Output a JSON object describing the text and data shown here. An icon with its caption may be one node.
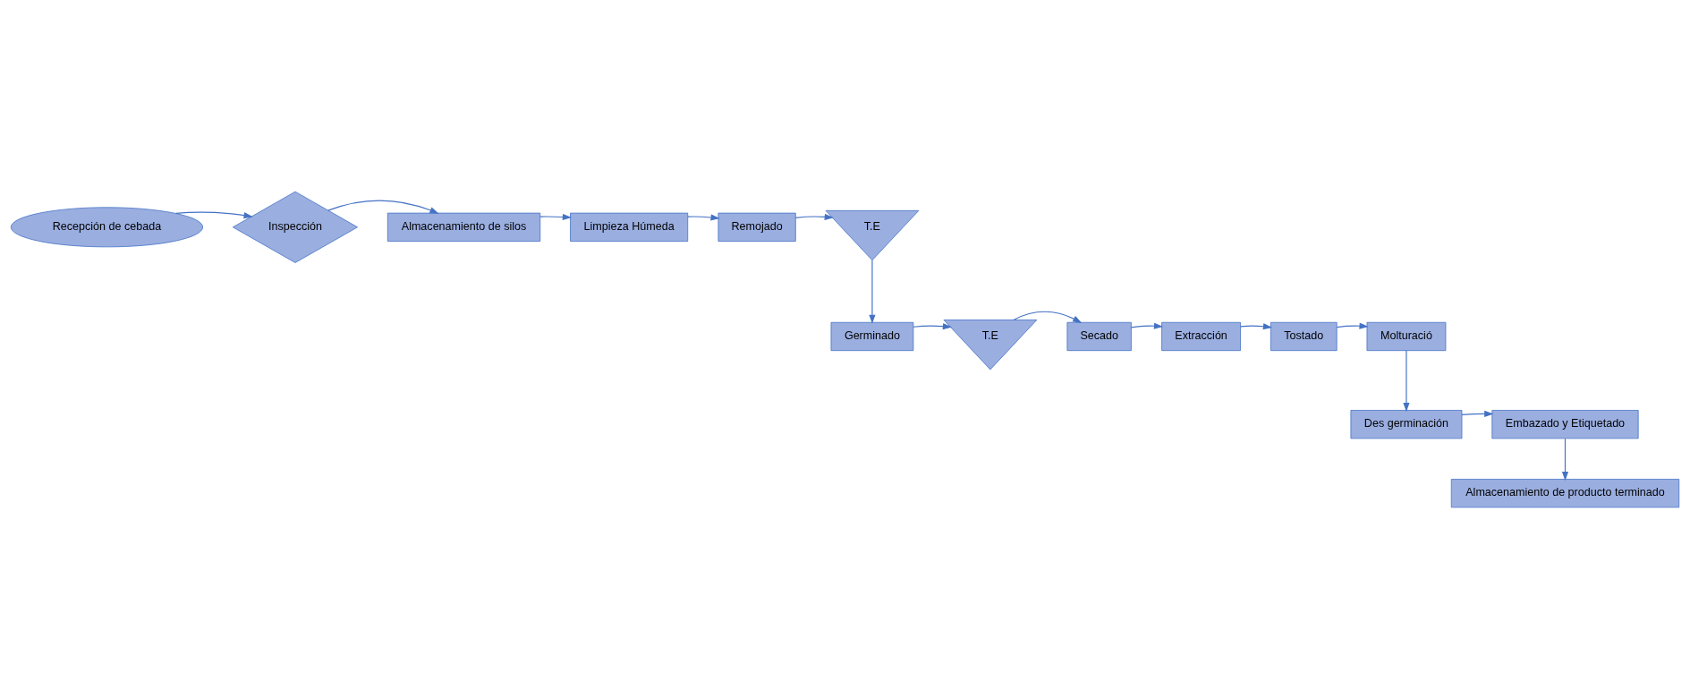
{
  "diagram": {
    "nodes": [
      {
        "text": [
          "Recepción de cebada"
        ]
      },
      {
        "text": [
          "Inspección"
        ]
      },
      {
        "text": [
          "Almacenamiento de silos"
        ]
      },
      {
        "text": [
          "Limpieza Húmeda"
        ]
      },
      {
        "text": [
          "Remojado"
        ]
      },
      {
        "text": [
          "T.E"
        ]
      },
      {
        "text": [
          "Germinado"
        ]
      },
      {
        "text": [
          "T.E"
        ]
      },
      {
        "text": [
          "Secado"
        ]
      },
      {
        "text": [
          "Extracción"
        ]
      },
      {
        "text": [
          "Tostado"
        ]
      },
      {
        "text": [
          "Molturació"
        ]
      },
      {
        "text": [
          "Des germinación"
        ]
      },
      {
        "text": [
          "Embazado y Etiquetado"
        ]
      },
      {
        "text": [
          "Almacenamiento de producto terminado"
        ]
      }
    ],
    "edges": [
      {
        "from": 0,
        "to": 1,
        "arrow": "to"
      },
      {
        "from": 1,
        "to": 2,
        "arrow": "to"
      },
      {
        "from": 2,
        "to": 3,
        "arrow": "to"
      },
      {
        "from": 3,
        "to": 4,
        "arrow": "to"
      },
      {
        "from": 4,
        "to": 5,
        "arrow": "to"
      },
      {
        "from": 5,
        "to": 6,
        "arrow": "to"
      },
      {
        "from": 6,
        "to": 7,
        "arrow": "to"
      },
      {
        "from": 7,
        "to": 8,
        "arrow": "to"
      },
      {
        "from": 8,
        "to": 9,
        "arrow": "to"
      },
      {
        "from": 9,
        "to": 10,
        "arrow": "to"
      },
      {
        "from": 10,
        "to": 11,
        "arrow": "to"
      },
      {
        "from": 11,
        "to": 12,
        "arrow": "to"
      },
      {
        "from": 12,
        "to": 13,
        "arrow": "to"
      },
      {
        "from": 13,
        "to": 14,
        "arrow": "to"
      }
    ]
  }
}
